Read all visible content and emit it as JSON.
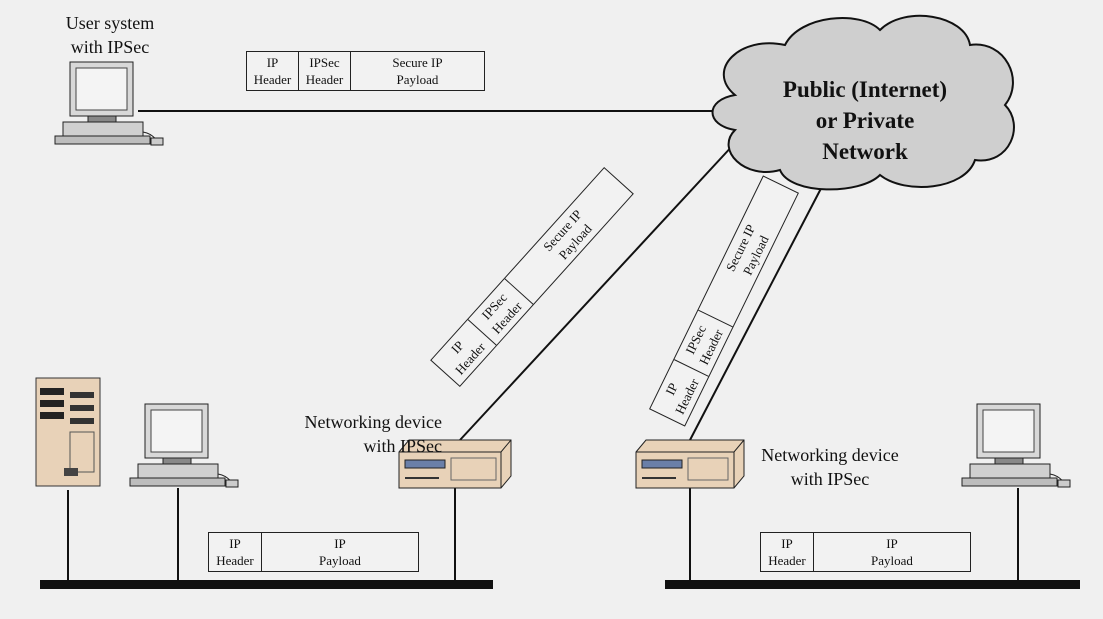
{
  "labels": {
    "user_system": "User system\nwith IPSec",
    "cloud": "Public (Internet)\nor Private\nNetwork",
    "net_device_left": "Networking device\nwith IPSec",
    "net_device_right": "Networking device\nwith IPSec"
  },
  "packets": {
    "secure": {
      "ip_header": "IP\nHeader",
      "ipsec_header": "IPSec\nHeader",
      "secure_payload": "Secure IP\nPayload"
    },
    "plain": {
      "ip_header": "IP\nHeader",
      "ip_payload": "IP\nPayload"
    }
  },
  "icons": [
    "desktop-computer-icon",
    "server-tower-icon",
    "networking-device-icon",
    "cloud-icon"
  ],
  "colors": {
    "background": "#f0f0f0",
    "cloud_fill": "#cfcfcf",
    "device_tan": "#e8d2b8",
    "computer_beige": "#d8d8d8",
    "bus_line": "#111111"
  }
}
